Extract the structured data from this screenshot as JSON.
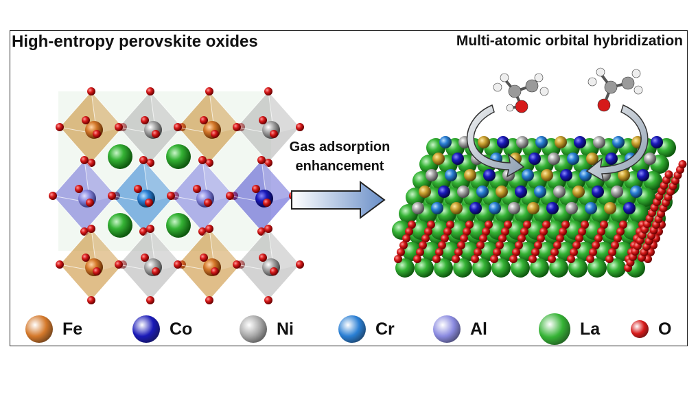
{
  "titles": {
    "left": "High-entropy perovskite oxides",
    "right": "Multi-atomic orbital hybridization"
  },
  "arrow": {
    "line1": "Gas adsorption",
    "line2": "enhancement"
  },
  "legend": [
    {
      "label": "Fe",
      "color": "#d4782a",
      "icon": "fe-atom-icon"
    },
    {
      "label": "Co",
      "color": "#1a1ab8",
      "icon": "co-atom-icon"
    },
    {
      "label": "Ni",
      "color": "#a8a8a8",
      "icon": "ni-atom-icon"
    },
    {
      "label": "Cr",
      "color": "#2a7fd4",
      "icon": "cr-atom-icon"
    },
    {
      "label": "Al",
      "color": "#8a8ae0",
      "icon": "al-atom-icon"
    },
    {
      "label": "La",
      "color": "#35b335",
      "icon": "la-atom-icon"
    },
    {
      "label": "O",
      "color": "#d61a1a",
      "icon": "o-atom-icon"
    }
  ]
}
